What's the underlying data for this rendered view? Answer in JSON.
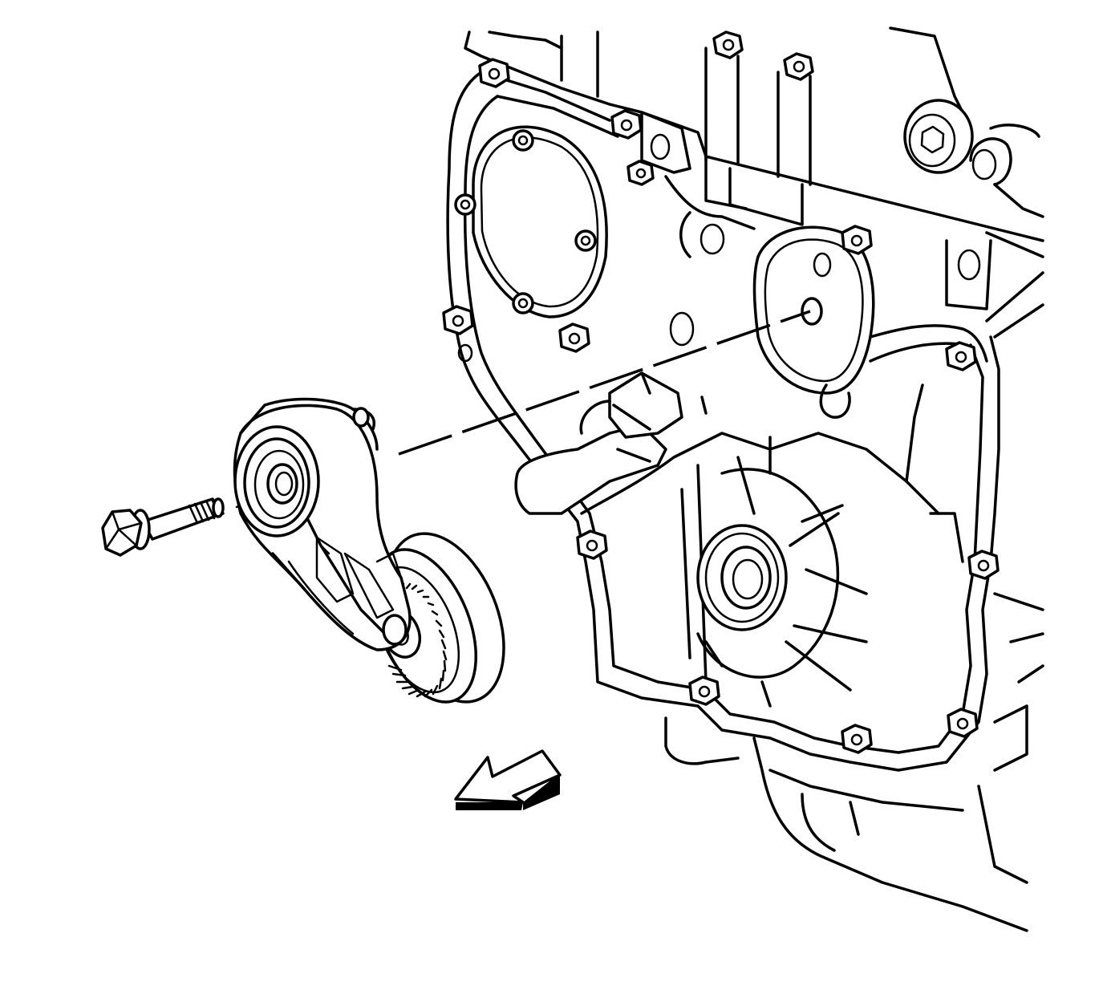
{
  "diagram": {
    "colors": {
      "line": "#000000",
      "background": "#ffffff"
    },
    "components": [
      {
        "id": "engine-front-cover"
      },
      {
        "id": "drive-belt-tensioner"
      },
      {
        "id": "tensioner-bolt"
      },
      {
        "id": "removal-direction-arrow"
      }
    ]
  }
}
